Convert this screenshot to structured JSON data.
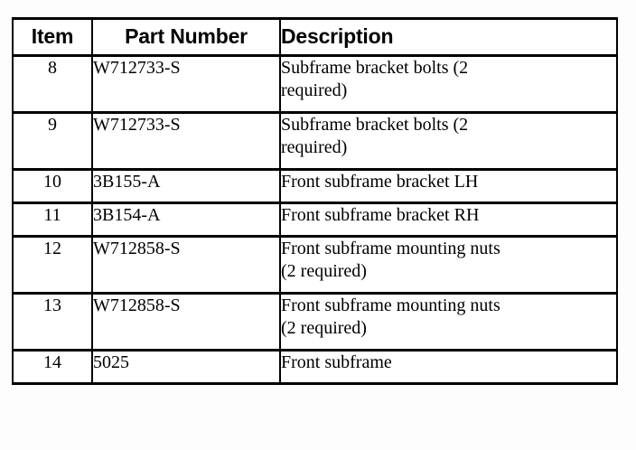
{
  "document": {
    "type": "parts-reference-table",
    "background_color": "#fdfdfd",
    "border_color": "#000000",
    "text_color": "#000000"
  },
  "table": {
    "columns": [
      {
        "key": "item",
        "label": "Item",
        "align": "center"
      },
      {
        "key": "part_number",
        "label": "Part Number",
        "align": "center"
      },
      {
        "key": "description",
        "label": "Description",
        "align": "left"
      }
    ],
    "rows": [
      {
        "item": "8",
        "part_number": "W712733-S",
        "description_lines": [
          "Subframe bracket bolts (2",
          "required)"
        ],
        "description": "Subframe bracket bolts (2 required)"
      },
      {
        "item": "9",
        "part_number": "W712733-S",
        "description_lines": [
          "Subframe bracket bolts (2",
          "required)"
        ],
        "description": "Subframe bracket bolts (2 required)"
      },
      {
        "item": "10",
        "part_number": "3B155-A",
        "description_lines": [
          "Front subframe bracket LH"
        ],
        "description": "Front subframe bracket LH"
      },
      {
        "item": "11",
        "part_number": "3B154-A",
        "description_lines": [
          "Front subframe bracket RH"
        ],
        "description": "Front subframe bracket RH"
      },
      {
        "item": "12",
        "part_number": "W712858-S",
        "description_lines": [
          "Front subframe mounting nuts",
          "(2 required)"
        ],
        "description": "Front subframe mounting nuts (2 required)"
      },
      {
        "item": "13",
        "part_number": "W712858-S",
        "description_lines": [
          "Front subframe mounting nuts",
          "(2 required)"
        ],
        "description": "Front subframe mounting nuts (2 required)"
      },
      {
        "item": "14",
        "part_number": "5025",
        "description_lines": [
          "Front subframe"
        ],
        "description": "Front subframe"
      }
    ]
  }
}
